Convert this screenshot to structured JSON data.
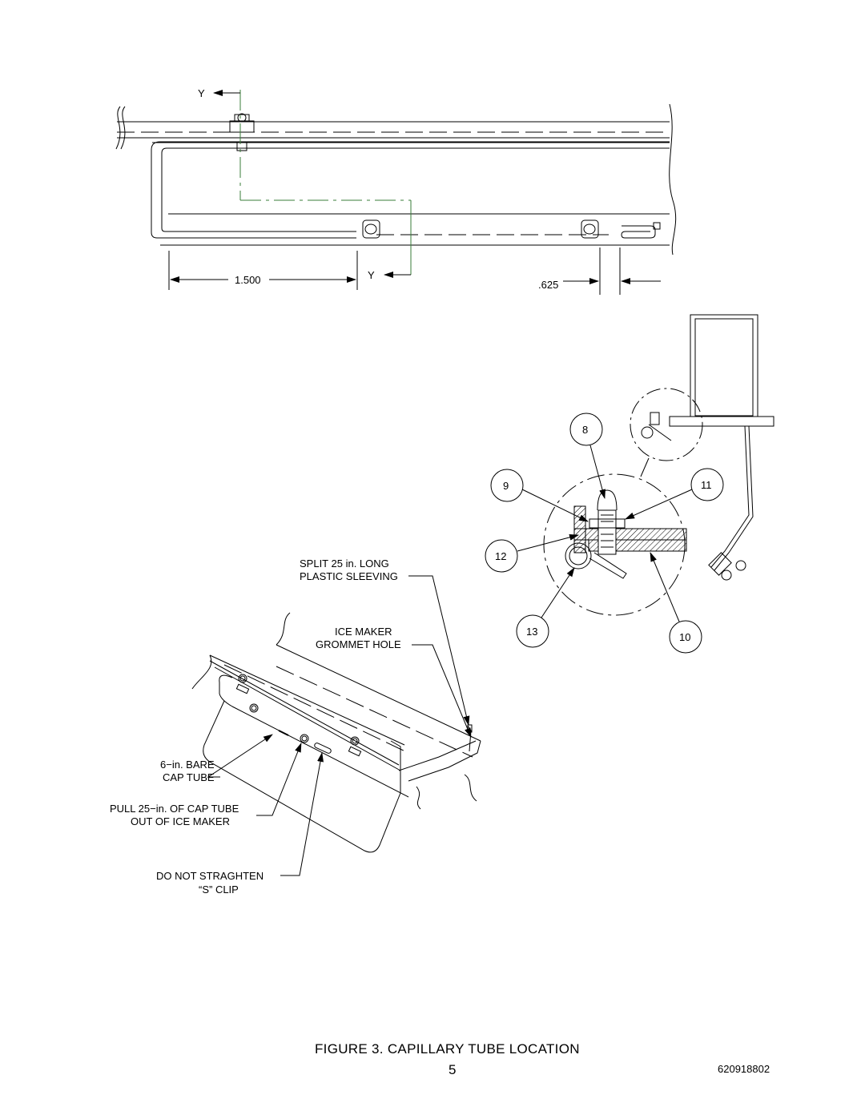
{
  "top_view": {
    "section_marker": "Y",
    "dimension_1": "1.500",
    "dimension_2": ".625"
  },
  "detail_callouts": [
    "8",
    "9",
    "11",
    "12",
    "13",
    "10"
  ],
  "iso_view": {
    "labels": {
      "plastic_sleeving": [
        "SPLIT 25 in. LONG",
        "PLASTIC SLEEVING"
      ],
      "grommet_hole": [
        "ICE MAKER",
        "GROMMET HOLE"
      ],
      "bare_cap_tube": [
        "6−in. BARE",
        "CAP TUBE"
      ],
      "pull_cap_tube": [
        "PULL 25−in. OF CAP TUBE",
        "OUT OF ICE MAKER"
      ],
      "s_clip": [
        "DO NOT STRAGHTEN",
        "“S”  CLIP"
      ]
    }
  },
  "caption": "FIGURE 3. CAPILLARY TUBE LOCATION",
  "page_number": "5",
  "doc_number": "620918802"
}
